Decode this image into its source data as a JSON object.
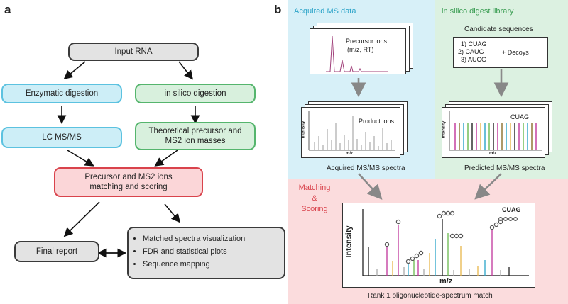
{
  "panel_a": {
    "letter": "a",
    "input": "Input RNA",
    "enzymatic": "Enzymatic digestion",
    "insilico": "in silico digestion",
    "lcms": "LC MS/MS",
    "theoretical_line1": "Theoretical precursor and",
    "theoretical_line2": "MS2 ion masses",
    "matching_line1": "Precursor and MS2 ions",
    "matching_line2": "matching and scoring",
    "final_report": "Final report",
    "outputs": [
      "Matched spectra visualization",
      "FDR and statistical plots",
      "Sequence mapping"
    ]
  },
  "panel_b": {
    "letter": "b",
    "acquired_title": "Acquired MS data",
    "library_title": "in silico digest library",
    "precursor_label_1": "Precursor ions",
    "precursor_label_2": "(m/z, RT)",
    "product_label": "Product ions",
    "intensity": "Intensity",
    "mz": "m/z",
    "acquired_caption": "Acquired MS/MS spectra",
    "candidate_title": "Candidate sequences",
    "candidates": [
      "1) CUAG",
      "2) CAUG",
      "3) AUCG"
    ],
    "decoys": "+ Decoys",
    "predicted_seq": "CUAG",
    "predicted_caption": "Predicted MS/MS spectra",
    "matching_1": "Matching",
    "matching_2": "&",
    "matching_3": "Scoring",
    "match_seq": "CUAG",
    "match_caption": "Rank 1 oligonucleotide-spectrum match"
  },
  "colors": {
    "blue_region": "#d7f0f8",
    "green_region": "#dcf1e1",
    "red_region": "#fbdcdd",
    "title_blue": "#2aa3c8",
    "title_green": "#3a9d52",
    "title_red": "#d9434c"
  }
}
